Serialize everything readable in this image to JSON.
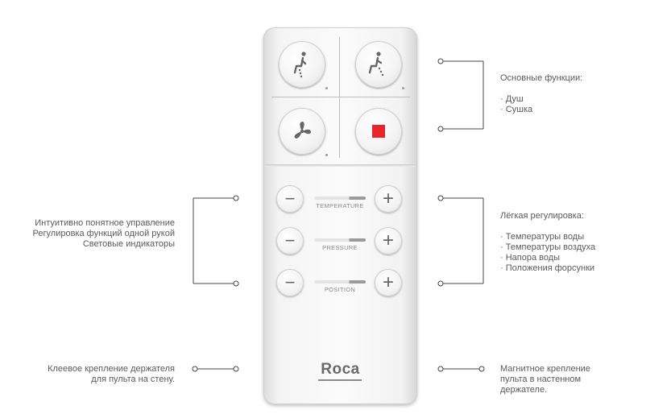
{
  "callouts": {
    "top_right": {
      "title": "Основные функции:",
      "items": [
        "· Душ",
        "· Сушка"
      ]
    },
    "mid_right": {
      "title": "Лёгкая регулировка:",
      "items": [
        "· Температуры воды",
        "· Температуры воздуха",
        "· Напора воды",
        "· Положения форсунки"
      ]
    },
    "mid_left": {
      "lines": [
        "Интуитивно понятное управление",
        "Регулировка функций одной рукой",
        "Световые индикаторы"
      ]
    },
    "bottom_left": {
      "lines": [
        "Клеевое крепление держателя",
        "для пульта на стену."
      ]
    },
    "bottom_right": {
      "lines": [
        "Магнитное крепление",
        "пульта в настенном",
        "держателе."
      ]
    }
  },
  "remote": {
    "top_buttons": [
      {
        "icon": "rear-wash-icon"
      },
      {
        "icon": "front-wash-icon"
      },
      {
        "icon": "fan-icon"
      },
      {
        "icon": "stop-icon"
      }
    ],
    "sliders": [
      {
        "label": "TEMPERATURE",
        "level_fraction": 0.68
      },
      {
        "label": "PRESSURE",
        "level_fraction": 0.68
      },
      {
        "label": "POSITION",
        "level_fraction": 0.68
      }
    ],
    "minus_symbol": "−",
    "plus_symbol": "+",
    "brand": "Roca",
    "stop_color": "#e8252b"
  },
  "colors": {
    "text": "#5a5a5a",
    "line": "#444444"
  }
}
